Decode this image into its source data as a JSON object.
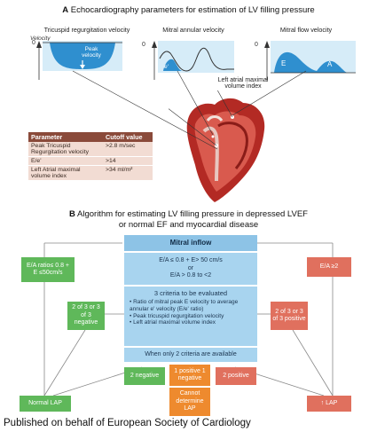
{
  "section_a": {
    "letter": "A",
    "title": "Echocardiography parameters for estimation of LV filling pressure",
    "panels": [
      {
        "label": "Tricuspid regurgitation velocity",
        "axis_label": "Velocity",
        "zero": "0",
        "annotation_line1": "Peak",
        "annotation_line2": "velocity"
      },
      {
        "label": "Mitral annular velocity",
        "zero": "0",
        "wave_label": "e'"
      },
      {
        "label": "Mitral flow velocity",
        "zero": "0",
        "wave_e": "E",
        "wave_a": "A"
      }
    ],
    "la_label_line1": "Left atrial maximal",
    "la_label_line2": "volume index",
    "table": {
      "header": [
        "Parameter",
        "Cutoff value"
      ],
      "rows": [
        {
          "param": "Peak Tricuspid Regurgitation velocity",
          "value": ">2.8 m/sec"
        },
        {
          "param": "E/e'",
          "value": ">14"
        },
        {
          "param": "Left Atrial maximal volume index",
          "value": ">34 ml/m²"
        }
      ]
    }
  },
  "section_b": {
    "letter": "B",
    "title_line1": "Algorithm for estimating LV filling pressure in depressed  LVEF",
    "title_line2": "or normal EF and myocardial disease",
    "mitral_inflow": "Mitral inflow",
    "criteria_line1": "E/A ≤ 0.8 + E> 50 cm/s",
    "criteria_or": "or",
    "criteria_line2": "E/A > 0.8 to <2",
    "criteria_title": "3 criteria to be evaluated",
    "criteria_items": [
      "Ratio of mitral peak E velocity to average annular e' velocity (E/e' ratio)",
      "Peak tricuspid regurgitation velocity",
      "Left atrial maximal volume index"
    ],
    "only_two": "When only 2 criteria are available",
    "left_top": "E/A ratio≤ 0.8 + E ≤50cm/s",
    "right_top": "E/A ≥2",
    "left_mid": "2 of 3 or 3 of 3 negative",
    "right_mid": "2 of 3 or 3 of 3 positive",
    "two_negative": "2 negative",
    "mixed": "1 positive 1 negative",
    "two_positive": "2 positive",
    "cannot": "Cannot determine LAP",
    "normal_lap": "Normal LAP",
    "high_lap": "LAP",
    "arrow_up": "↑"
  },
  "footer": "Published on behalf of European Society of Cardiology",
  "colors": {
    "blue": "#a8d4ef",
    "green": "#5fb85a",
    "red": "#e0705e",
    "orange": "#ee8a2e",
    "table_head": "#8a4a3a"
  }
}
